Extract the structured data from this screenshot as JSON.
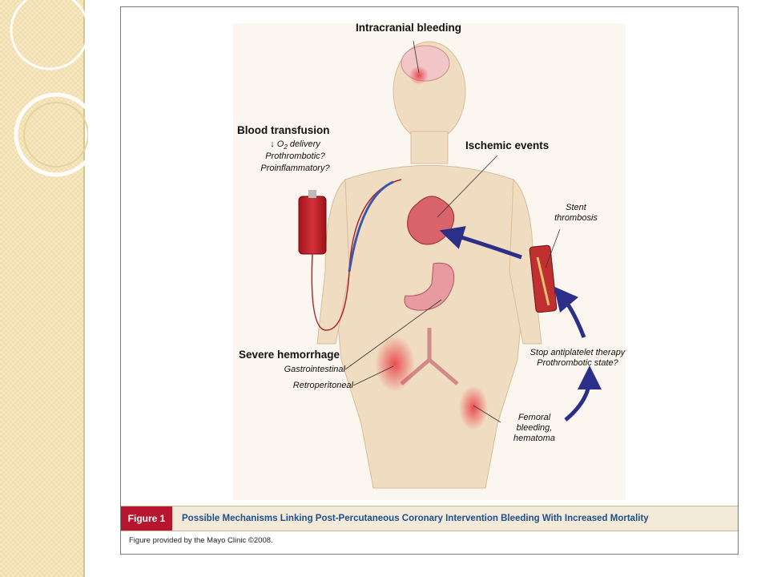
{
  "labels": {
    "intracranial": "Intracranial bleeding",
    "transfusion": "Blood transfusion",
    "transfusion_o2": "↓ O",
    "transfusion_o2_sub": "2",
    "transfusion_o2_rest": " delivery",
    "transfusion_proth": "Prothrombotic?",
    "transfusion_proinf": "Proinflammatory?",
    "ischemic": "Ischemic events",
    "stent_1": "Stent",
    "stent_2": "thrombosis",
    "hemorrhage": "Severe hemorrhage",
    "gi": "Gastrointestinal",
    "retro": "Retroperitoneal",
    "stop_1": "Stop antiplatelet therapy",
    "stop_2": "Prothrombotic state?",
    "femoral_1": "Femoral",
    "femoral_2": "bleeding,",
    "femoral_3": "hematoma"
  },
  "caption": {
    "tag": "Figure 1",
    "title": "Possible Mechanisms Linking Post-Percutaneous Coronary Intervention Bleeding With Increased Mortality",
    "credit": "Figure provided by the Mayo Clinic ©2008."
  },
  "colors": {
    "skin": "#f0dcc0",
    "blood": "#c0202a",
    "arrow": "#2c2f8a",
    "tag": "#b5162d",
    "title": "#1f4e8c"
  }
}
